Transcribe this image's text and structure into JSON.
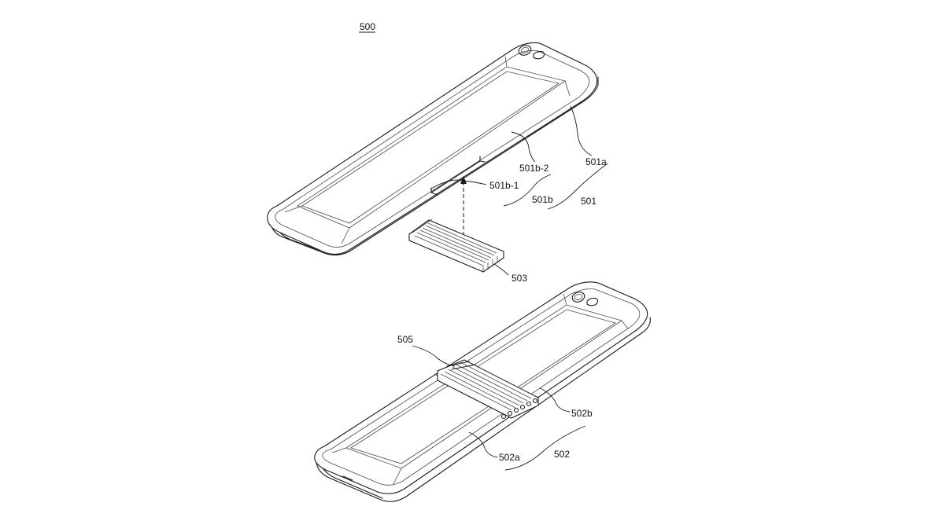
{
  "figure": {
    "figure_ref": "500",
    "labels": {
      "l501": "501",
      "l501a": "501a",
      "l501b": "501b",
      "l501b1": "501b-1",
      "l501b2": "501b-2",
      "l503": "503",
      "l505": "505",
      "l502": "502",
      "l502a": "502a",
      "l502b": "502b"
    }
  }
}
